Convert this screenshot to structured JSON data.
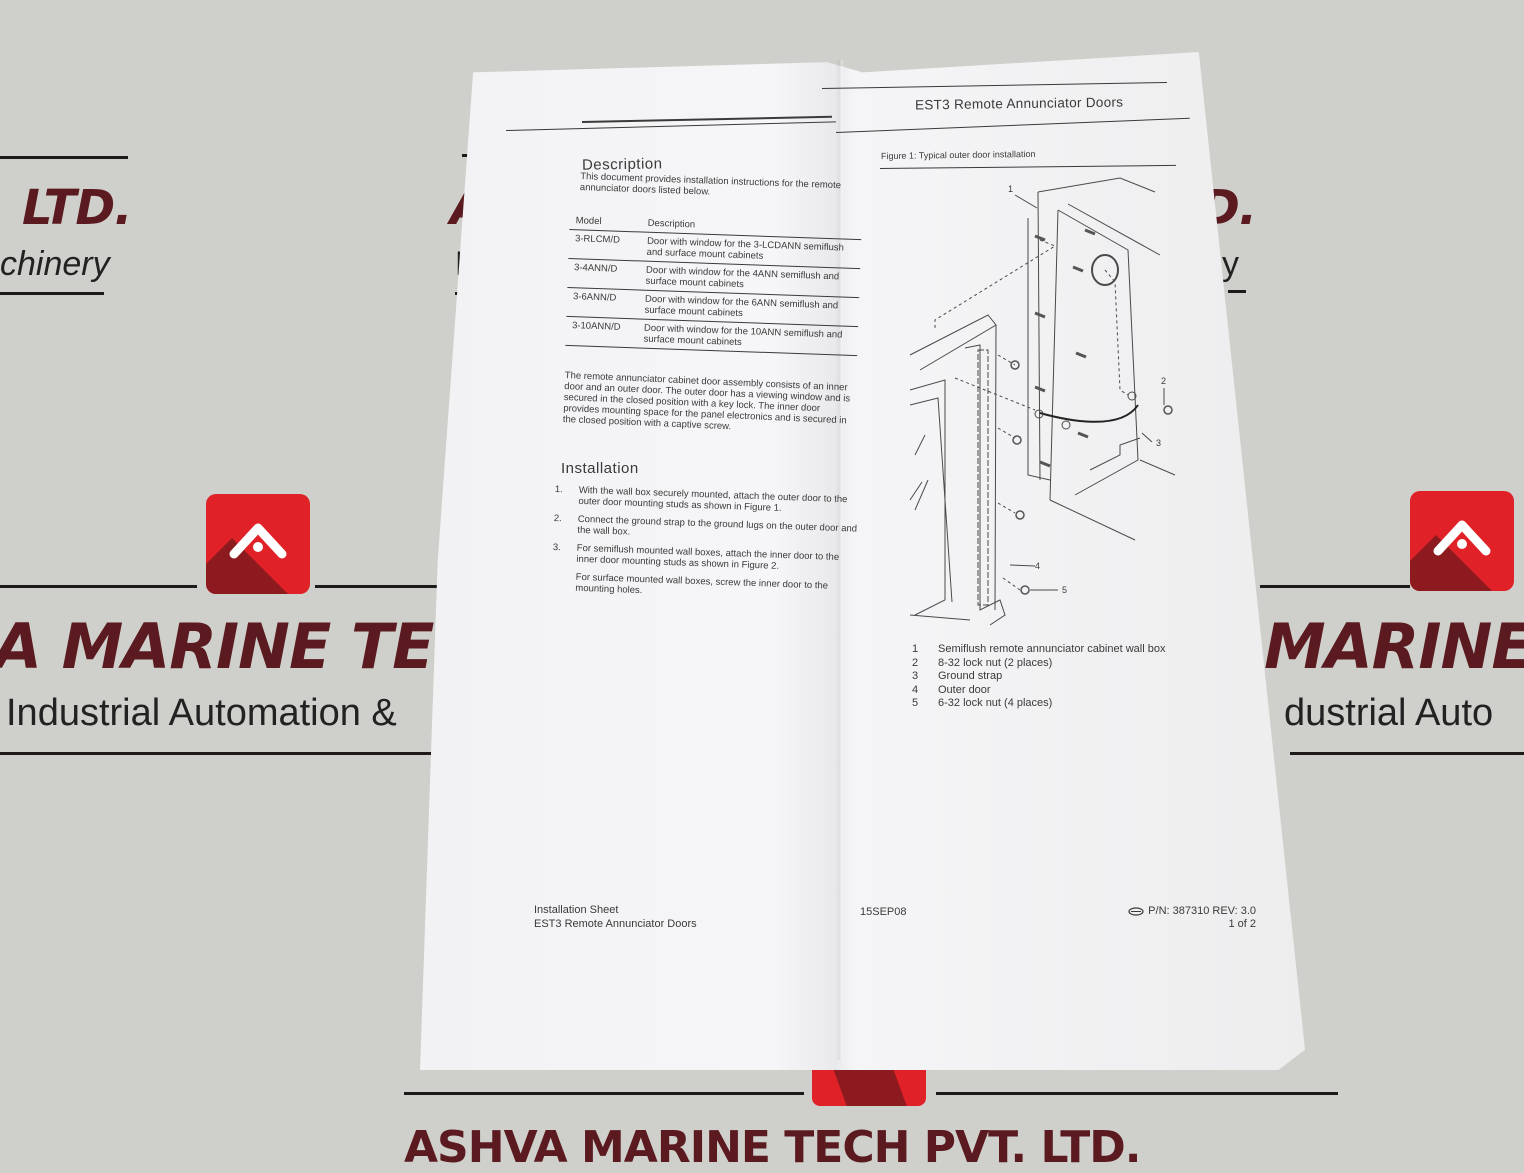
{
  "backdrop": {
    "brand_color": "#5a1a1f",
    "logo_color": "#e02228",
    "top_left": {
      "brand": "LTD.",
      "sub": "chinery"
    },
    "top_center": {
      "brand": "A",
      "sub": "M"
    },
    "top_right": {
      "brand": "D.",
      "sub": "y"
    },
    "mid_left": {
      "brand": "A MARINE TECH P",
      "sub": "Industrial Automation &"
    },
    "mid_right": {
      "brand": "MARINE T",
      "sub": "dustrial Auto"
    },
    "bottom_center": {
      "brand": "ASHVA MARINE TECH PVT. LTD."
    }
  },
  "document": {
    "header_title": "EST3 Remote Annunciator Doors",
    "description": {
      "heading": "Description",
      "intro": "This document provides installation instructions for the remote annunciator doors listed below.",
      "table": {
        "columns": [
          "Model",
          "Description"
        ],
        "rows": [
          {
            "model": "3-RLCM/D",
            "description": "Door with window for the 3-LCDANN semiflush and surface mount cabinets"
          },
          {
            "model": "3-4ANN/D",
            "description": "Door with window for the 4ANN semiflush and surface mount cabinets"
          },
          {
            "model": "3-6ANN/D",
            "description": "Door with window for the 6ANN semiflush and surface mount cabinets"
          },
          {
            "model": "3-10ANN/D",
            "description": "Door with window for the 10ANN semiflush and surface mount cabinets"
          }
        ]
      },
      "body": "The remote annunciator cabinet door assembly consists of an inner door and an outer door. The outer door has a viewing window and is secured in the closed position with a key lock. The inner door provides mounting space for the panel electronics and is secured in the closed position with a captive screw."
    },
    "installation": {
      "heading": "Installation",
      "steps": [
        {
          "num": "1.",
          "text": "With the wall box securely mounted, attach the outer door to the outer door mounting studs as shown in Figure 1."
        },
        {
          "num": "2.",
          "text": "Connect the ground strap to the ground lugs on the outer door and the wall box."
        },
        {
          "num": "3.",
          "text": "For semiflush mounted wall boxes, attach the inner door to the inner door mounting studs as shown in Figure 2."
        },
        {
          "num": "",
          "text": "For surface mounted wall boxes, screw the inner door to the mounting holes."
        }
      ]
    },
    "figure": {
      "caption": "Figure 1: Typical outer door installation",
      "callouts": [
        "1",
        "2",
        "3",
        "4",
        "5"
      ],
      "legend": [
        {
          "num": "1",
          "label": "Semiflush remote annunciator cabinet wall box"
        },
        {
          "num": "2",
          "label": "8-32 lock nut (2 places)"
        },
        {
          "num": "3",
          "label": "Ground strap"
        },
        {
          "num": "4",
          "label": "Outer door"
        },
        {
          "num": "5",
          "label": "6-32 lock nut (4 places)"
        }
      ]
    },
    "footer": {
      "sheet_type": "Installation Sheet",
      "sheet_title": "EST3 Remote Annunciator Doors",
      "date": "15SEP08",
      "part_number": "P/N: 387310 REV: 3.0",
      "page": "1 of 2"
    }
  }
}
